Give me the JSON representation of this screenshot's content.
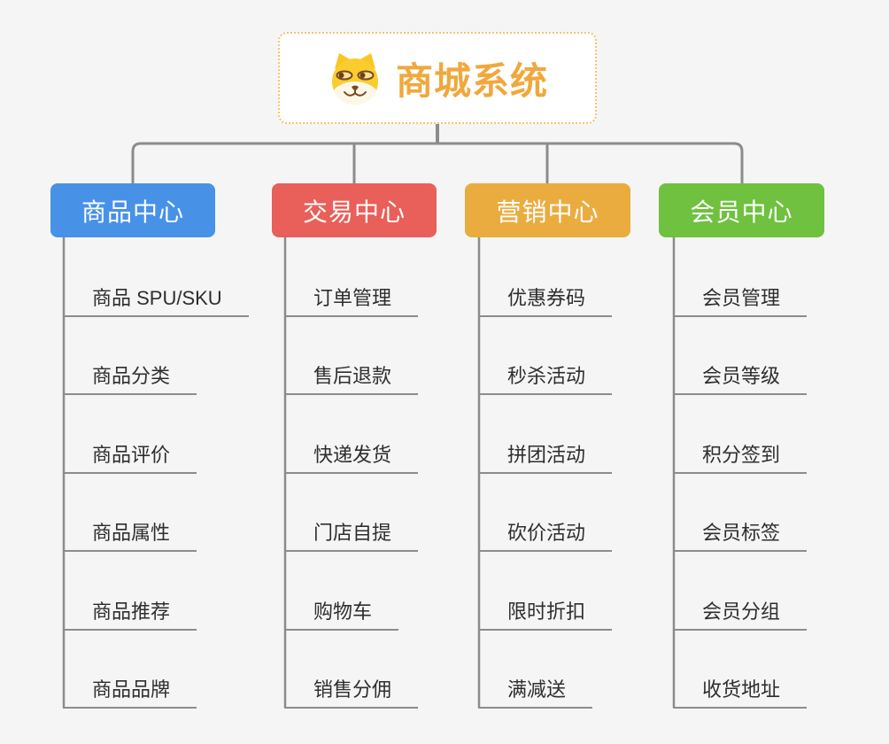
{
  "root": {
    "title": "商城系统",
    "icon": "doge-icon"
  },
  "colors": {
    "background": "#f5f5f5",
    "connector_line": "#8c8c8c",
    "root_border": "#f5c26a",
    "root_text": "#f0a83c",
    "item_text": "#2e2e2e",
    "branch_blue": "#4792e7",
    "branch_red": "#e95f59",
    "branch_orange": "#ebac3f",
    "branch_green": "#6fc13f"
  },
  "branches": [
    {
      "label": "商品中心",
      "color": "#4792e7",
      "items": [
        "商品 SPU/SKU",
        "商品分类",
        "商品评价",
        "商品属性",
        "商品推荐",
        "商品品牌"
      ]
    },
    {
      "label": "交易中心",
      "color": "#e95f59",
      "items": [
        "订单管理",
        "售后退款",
        "快递发货",
        "门店自提",
        "购物车",
        "销售分佣"
      ]
    },
    {
      "label": "营销中心",
      "color": "#ebac3f",
      "items": [
        "优惠券码",
        "秒杀活动",
        "拼团活动",
        "砍价活动",
        "限时折扣",
        "满减送"
      ]
    },
    {
      "label": "会员中心",
      "color": "#6fc13f",
      "items": [
        "会员管理",
        "会员等级",
        "积分签到",
        "会员标签",
        "会员分组",
        "收货地址"
      ]
    }
  ]
}
